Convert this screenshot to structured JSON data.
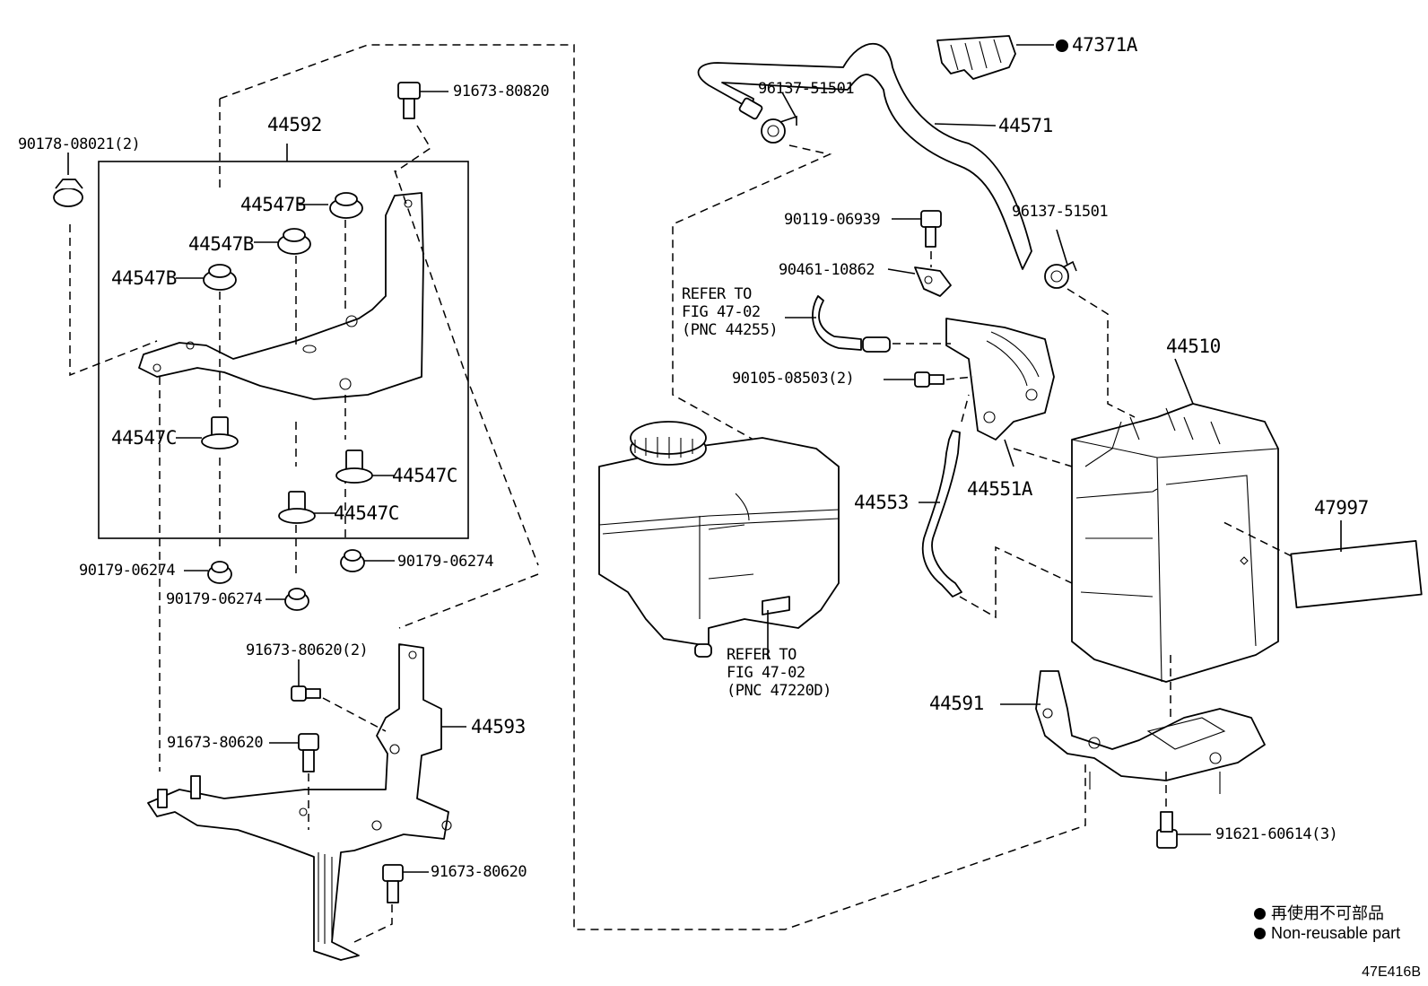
{
  "labels": {
    "p44592": "44592",
    "p91673_80820": "91673-80820",
    "p90178": "90178-08021(2)",
    "p44547B_1": "44547B",
    "p44547B_2": "44547B",
    "p44547B_3": "44547B",
    "p44547C_1": "44547C",
    "p44547C_2": "44547C",
    "p44547C_3": "44547C",
    "p90179_1": "90179-06274",
    "p90179_2": "90179-06274",
    "p90179_3": "90179-06274",
    "p91673_80620_2": "91673-80620(2)",
    "p91673_80620_a": "91673-80620",
    "p91673_80620_b": "91673-80620",
    "p44593": "44593",
    "p96137_a": "96137-51501",
    "p96137_b": "96137-51501",
    "p47371A": "47371A",
    "p44571": "44571",
    "p90119": "90119-06939",
    "p90461": "90461-10862",
    "p90105": "90105-08503(2)",
    "p44510": "44510",
    "p44553": "44553",
    "p44551A": "44551A",
    "p47997": "47997",
    "p44591": "44591",
    "p91621": "91621-60614(3)"
  },
  "references": {
    "ref1": [
      "REFER TO",
      "FIG 47-02",
      "(PNC 44255)"
    ],
    "ref2": [
      "REFER TO",
      "FIG 47-02",
      "(PNC 47220D)"
    ]
  },
  "legend": {
    "jp": "再使用不可部品",
    "en": "Non-reusable part"
  },
  "figure_code": "47E416B"
}
